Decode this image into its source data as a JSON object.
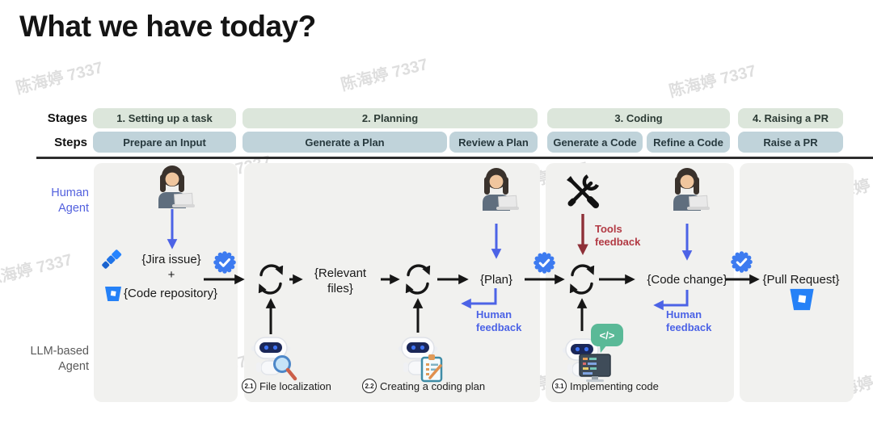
{
  "title": "What we have today?",
  "watermark": {
    "text": "陈海婷 7337"
  },
  "header": {
    "stages_label": "Stages",
    "steps_label": "Steps",
    "stages": [
      "1. Setting up a task",
      "2. Planning",
      "3. Coding",
      "4. Raising a PR"
    ],
    "steps": [
      "Prepare an Input",
      "Generate a Plan",
      "Review a Plan",
      "Generate a Code",
      "Refine a Code",
      "Raise a PR"
    ]
  },
  "rows": {
    "human_agent": "Human\nAgent",
    "llm_agent": "LLM-based\nAgent"
  },
  "flow": {
    "jira_issue": "{Jira issue}",
    "plus": "+",
    "code_repository": "{Code repository}",
    "relevant_files": "{Relevant\nfiles}",
    "plan": "{Plan}",
    "code_change": "{Code change}",
    "pull_request": "{Pull Request}",
    "human_feedback": "Human\nfeedback",
    "tools_feedback": "Tools\nfeedback"
  },
  "llm_steps": [
    {
      "num": "2.1",
      "label": "File localization"
    },
    {
      "num": "2.2",
      "label": "Creating a coding plan"
    },
    {
      "num": "3.1",
      "label": "Implementing code"
    }
  ],
  "icons": {
    "person-icon": "woman-at-laptop",
    "robot-icon": "robot",
    "loop-icon": "⟳",
    "check-badge": "✓",
    "tools-icon": "crossed-wrench-screwdriver",
    "jira-icon": "jira-diamonds",
    "bitbucket-icon": "bucket",
    "magnifier-icon": "🔍",
    "clipboard-icon": "📋",
    "code-screen-icon": "💻",
    "code_bubble_text": "</>"
  },
  "colors": {
    "accent_blue": "#4c63e6",
    "badge_blue": "#3d7bf0",
    "brand_blue": "#2684FF",
    "feedback_red": "#b23a44",
    "arrow_dark_red": "#8e3038",
    "stage_pill_green": "#dce6db",
    "step_pill_blue": "#c0d3da",
    "panel_gray": "#f1f1ef",
    "bubble_green": "#5ab997"
  }
}
